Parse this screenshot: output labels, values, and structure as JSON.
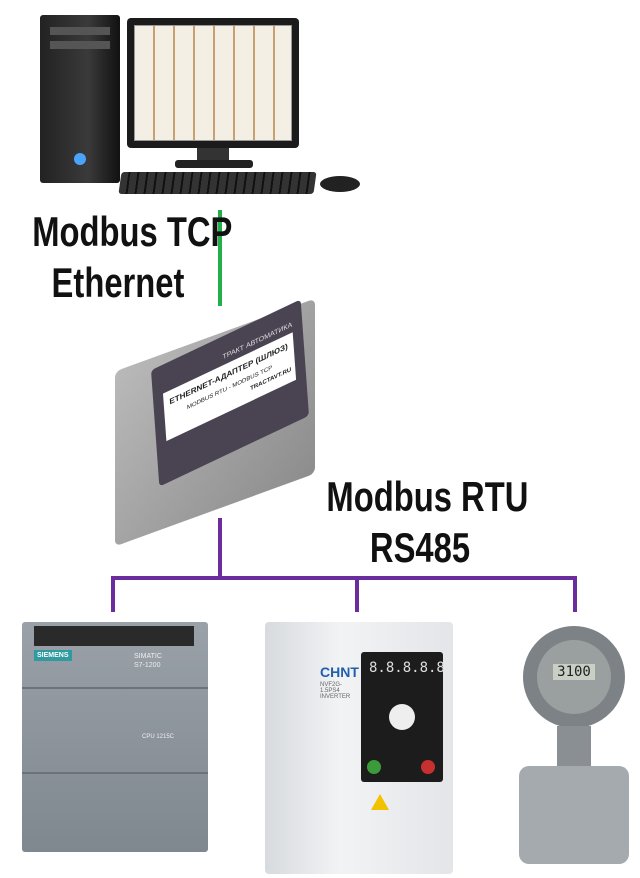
{
  "labels": {
    "tcp_line1": "Modbus TCP",
    "tcp_line2": "Ethernet",
    "rtu_line1": "Modbus RTU",
    "rtu_line2": "RS485"
  },
  "adapter": {
    "brand": "ТРАКТ АВТОМАТИКА",
    "title": "ETHERNET-АДАПТЕР (ШЛЮЗ)",
    "subtitle": "MODBUS RTU - MODBUS TCP",
    "site": "TRACTAVT.RU"
  },
  "plc": {
    "brand": "SIEMENS",
    "model": "SIMATIC S7-1200",
    "cpu": "CPU 1215C"
  },
  "inverter": {
    "brand": "CHNT",
    "model": "NVF2G-1.5PS4 INVERTER",
    "display": "8.8.8.8.8"
  },
  "transmitter": {
    "display": "3100"
  },
  "colors": {
    "ethernet": "#22b04b",
    "rs485": "#6b2c9e"
  }
}
